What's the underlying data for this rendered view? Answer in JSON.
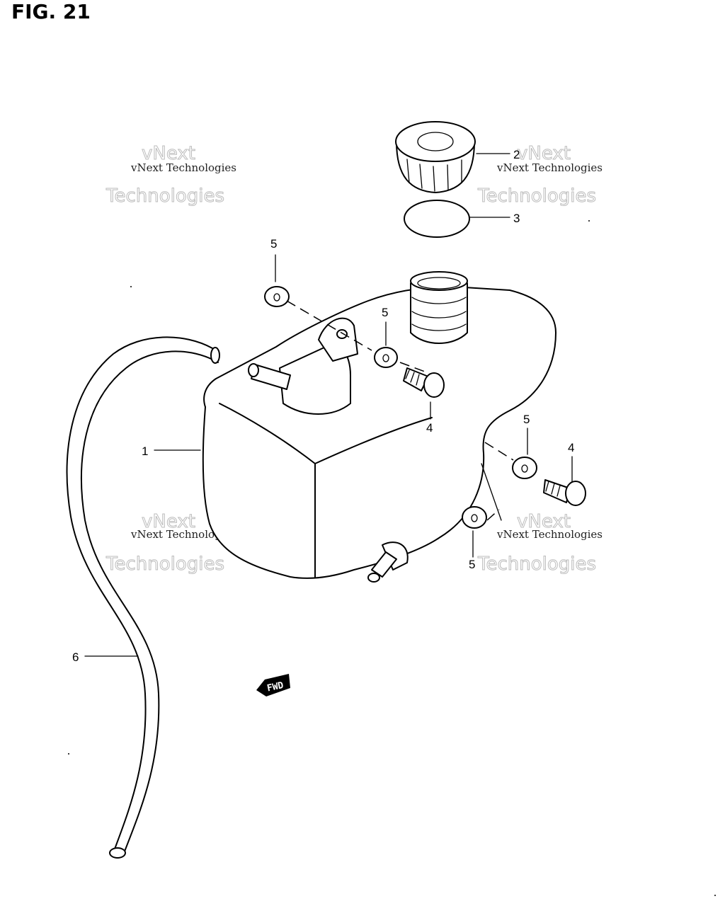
{
  "figure": {
    "title": "FIG. 21"
  },
  "callouts": [
    {
      "id": "1",
      "label": "1"
    },
    {
      "id": "2",
      "label": "2"
    },
    {
      "id": "3",
      "label": "3"
    },
    {
      "id": "4a",
      "label": "4"
    },
    {
      "id": "4b",
      "label": "4"
    },
    {
      "id": "5a",
      "label": "5"
    },
    {
      "id": "5b",
      "label": "5"
    },
    {
      "id": "5c",
      "label": "5"
    },
    {
      "id": "5d",
      "label": "5"
    },
    {
      "id": "6",
      "label": "6"
    }
  ],
  "watermark": {
    "line1": "vNext",
    "line2": "Technologies",
    "combined": "vNext Technologies"
  },
  "fwd_marker": {
    "label": "FWD"
  }
}
